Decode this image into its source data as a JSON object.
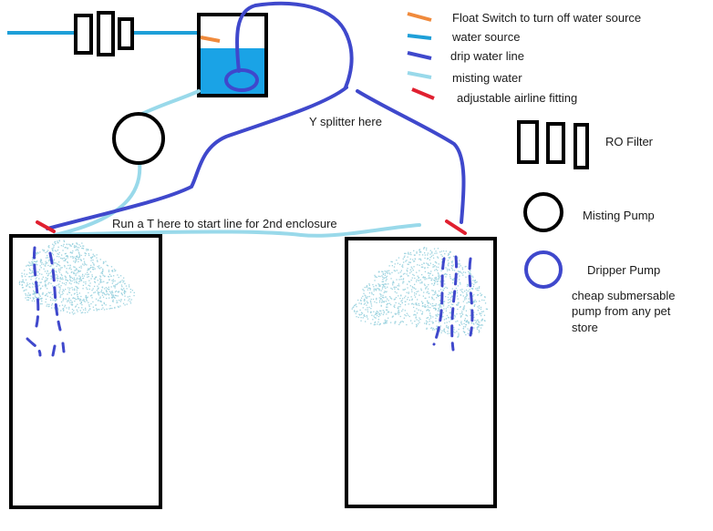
{
  "colors": {
    "float_switch": "#f08a3c",
    "water_source": "#1e9fd8",
    "drip_line": "#3f48cc",
    "misting_water": "#99d9ea",
    "airline_fitting": "#e02030",
    "outline": "#000000",
    "reservoir_water": "#1aa3e6",
    "mist": "#9fd4e0"
  },
  "legend": {
    "float_switch": "Float Switch to turn off water source",
    "water_source": "water source",
    "drip_line": "drip water line",
    "misting_water": "misting water",
    "airline_fitting": "adjustable airline fitting"
  },
  "key": {
    "ro_filter": "RO Filter",
    "misting_pump": "Misting Pump",
    "dripper_pump": "Dripper Pump",
    "dripper_note_1": "cheap submersable",
    "dripper_note_2": "pump from any pet",
    "dripper_note_3": "store"
  },
  "annotations": {
    "y_splitter": "Y splitter here",
    "tee_note": "Run a T here to start line for 2nd enclosure"
  }
}
